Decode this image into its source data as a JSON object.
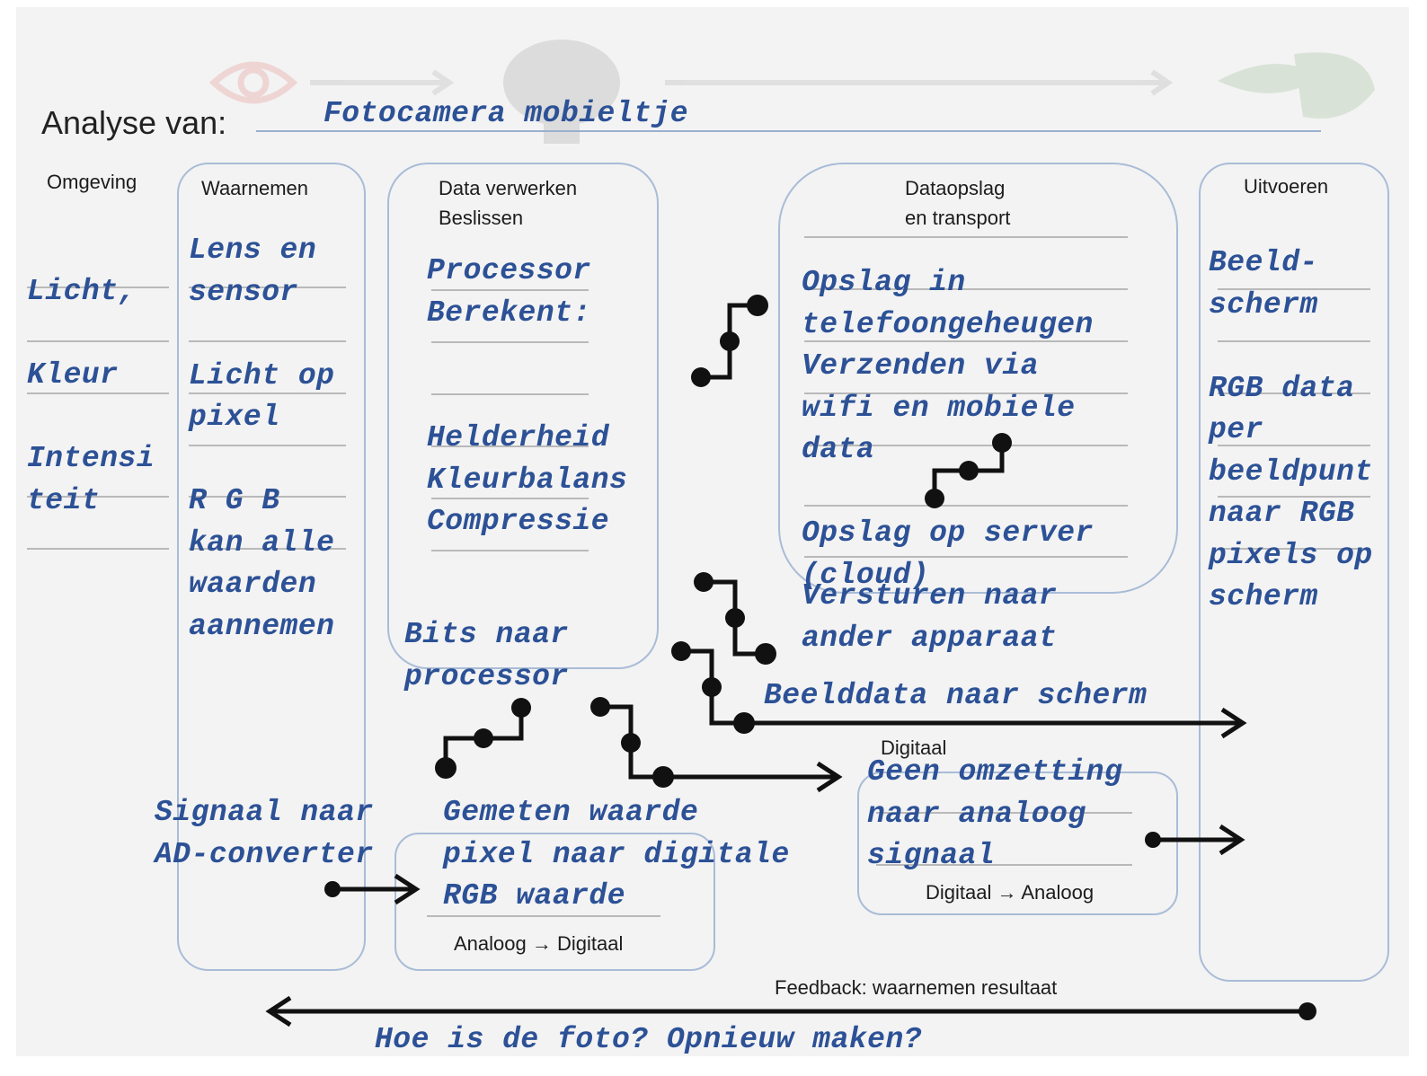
{
  "header": {
    "label": "Analyse van:",
    "subject": "Fotocamera mobieltje"
  },
  "columns": {
    "omgeving": "Omgeving",
    "waarnemen": "Waarnemen",
    "verwerken": "Data verwerken\nBeslissen",
    "opslag": "Dataopslag\nen transport",
    "uitvoeren": "Uitvoeren"
  },
  "converters": {
    "ad": "Analoog → Digitaal",
    "da": "Digitaal → Analoog"
  },
  "labels": {
    "digitaal": "Digitaal",
    "feedback": "Feedback: waarnemen resultaat"
  },
  "notes": {
    "omgeving": "Licht,\n\nKleur\n\nIntensi\nteit",
    "waarnemen": "Lens en\nsensor\n\nLicht op\npixel\n\nR G B\nkan alle\nwaarden\naannemen",
    "verwerken": "Processor\nBerekent:\n\n\nHelderheid\nKleurbalans\nCompressie",
    "opslag": "Opslag in\ntelefoongeheugen\nVerzenden via\nwifi en mobiele\ndata\n\nOpslag op server\n(cloud)",
    "versturen": "Versturen naar\nander apparaat",
    "uitvoeren": "Beeld-\nscherm\n\nRGB data\nper\nbeeldpunt\nnaar RGB\npixels op\nscherm",
    "bits": "Bits naar\nprocessor",
    "signaal": "Signaal naar\nAD-converter",
    "gemeten": "Gemeten waarde\npixel naar digitale\nRGB waarde",
    "beelddata": "Beelddata naar scherm",
    "geen_omzetting": "Geen omzetting\nnaar analoog\nsignaal",
    "feedback_vraag": "Hoe is de foto? Opnieuw maken?"
  },
  "icons": [
    "eye-icon",
    "brain-icon",
    "mouth-hand-icon"
  ]
}
